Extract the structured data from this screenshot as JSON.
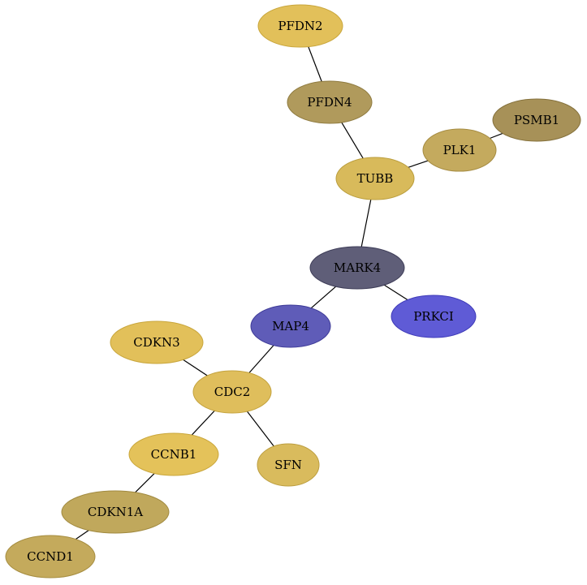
{
  "nodes": [
    {
      "id": "pfdn2",
      "label": "PFDN2",
      "fill": "#e2c05a",
      "stroke": "#c9a63c"
    },
    {
      "id": "pfdn4",
      "label": "PFDN4",
      "fill": "#b09a5c",
      "stroke": "#8f7b40"
    },
    {
      "id": "psmb1",
      "label": "PSMB1",
      "fill": "#a79158",
      "stroke": "#85713c"
    },
    {
      "id": "plk1",
      "label": "PLK1",
      "fill": "#c4aa5e",
      "stroke": "#a68c42"
    },
    {
      "id": "tubb",
      "label": "TUBB",
      "fill": "#d8ba5b",
      "stroke": "#bb9e3e"
    },
    {
      "id": "mark4",
      "label": "MARK4",
      "fill": "#5f5e78",
      "stroke": "#3e3d58"
    },
    {
      "id": "prkci",
      "label": "PRKCI",
      "fill": "#5f5bd6",
      "stroke": "#3e3ab8"
    },
    {
      "id": "map4",
      "label": "MAP4",
      "fill": "#5f5cb8",
      "stroke": "#3e3b98"
    },
    {
      "id": "cdkn3",
      "label": "CDKN3",
      "fill": "#e2c05a",
      "stroke": "#c9a63c"
    },
    {
      "id": "cdc2",
      "label": "CDC2",
      "fill": "#dfbe5c",
      "stroke": "#c4a33e"
    },
    {
      "id": "ccnb1",
      "label": "CCNB1",
      "fill": "#e4c25a",
      "stroke": "#caa73c"
    },
    {
      "id": "sfn",
      "label": "SFN",
      "fill": "#d9bb5d",
      "stroke": "#bc9e40"
    },
    {
      "id": "cdkn1a",
      "label": "CDKN1A",
      "fill": "#c0a85c",
      "stroke": "#a18a40"
    },
    {
      "id": "ccnd1",
      "label": "CCND1",
      "fill": "#c4aa5c",
      "stroke": "#a68d40"
    }
  ],
  "edges": [
    [
      "pfdn2",
      "pfdn4"
    ],
    [
      "pfdn4",
      "tubb"
    ],
    [
      "tubb",
      "plk1"
    ],
    [
      "plk1",
      "psmb1"
    ],
    [
      "tubb",
      "mark4"
    ],
    [
      "mark4",
      "prkci"
    ],
    [
      "mark4",
      "map4"
    ],
    [
      "map4",
      "cdc2"
    ],
    [
      "cdkn3",
      "cdc2"
    ],
    [
      "cdc2",
      "ccnb1"
    ],
    [
      "cdc2",
      "sfn"
    ],
    [
      "ccnb1",
      "cdkn1a"
    ],
    [
      "cdkn1a",
      "ccnd1"
    ]
  ]
}
